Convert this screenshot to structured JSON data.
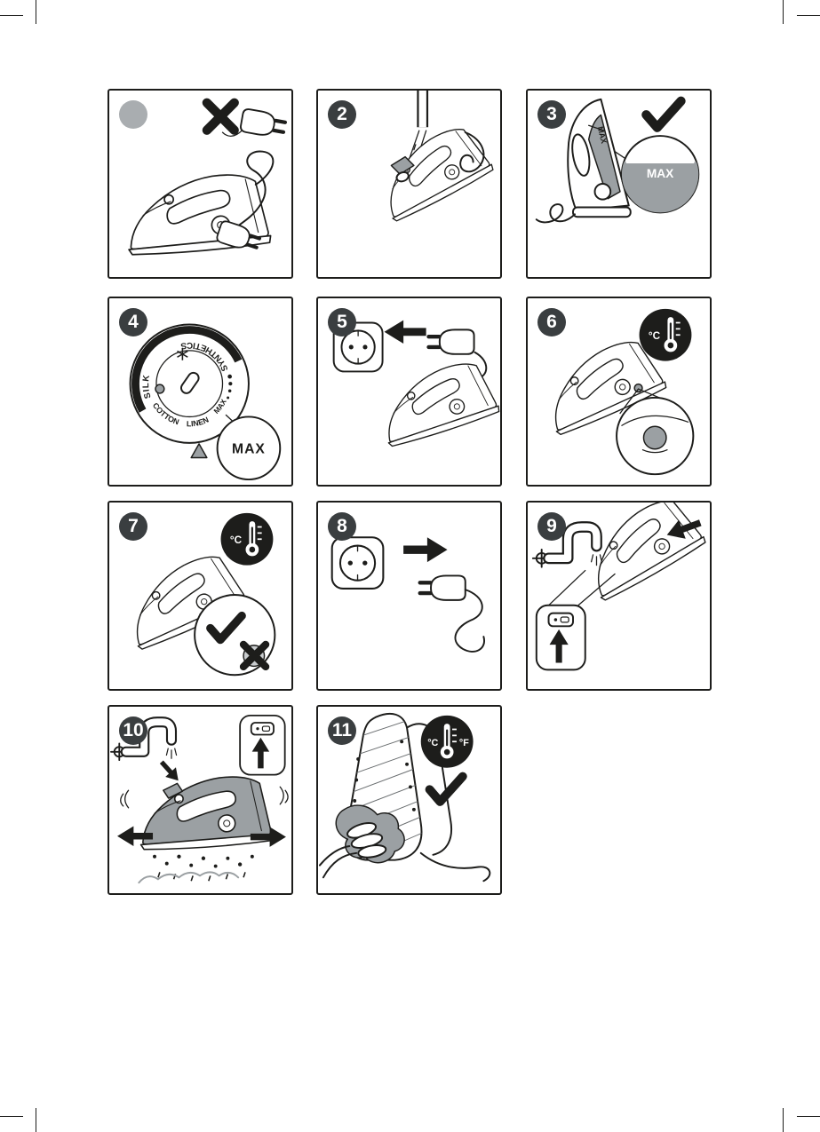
{
  "page": {
    "background": "#ffffff",
    "ink": "#1d1d1b",
    "shade": "#9ba0a3",
    "badge_dark": "#3a3e40",
    "badge_light": "#a9adb0"
  },
  "labels": {
    "max": "MAX",
    "celsius": "°C",
    "fahrenheit": "°F",
    "dial": {
      "silk": "SILK",
      "synthetics": "SYNTHETICS",
      "cotton": "COTTON",
      "linen": "LINEN",
      "max": "MAX"
    }
  },
  "steps": [
    {
      "number": "",
      "icons": [
        "steam-iron",
        "power-plug",
        "cross"
      ]
    },
    {
      "number": "2",
      "icons": [
        "steam-iron",
        "water-tap",
        "fill-cap-open"
      ]
    },
    {
      "number": "3",
      "icons": [
        "upright-iron",
        "water-level-callout",
        "check"
      ]
    },
    {
      "number": "4",
      "icons": [
        "temperature-dial",
        "snowflake",
        "max-callout",
        "pointer-triangle"
      ]
    },
    {
      "number": "5",
      "icons": [
        "wall-socket",
        "arrow-left",
        "power-plug",
        "steam-iron"
      ]
    },
    {
      "number": "6",
      "icons": [
        "thermometer-badge",
        "steam-iron",
        "pilot-light-callout"
      ]
    },
    {
      "number": "7",
      "icons": [
        "thermometer-badge",
        "steam-iron",
        "check",
        "cross"
      ]
    },
    {
      "number": "8",
      "icons": [
        "wall-socket",
        "arrow-right",
        "power-plug"
      ]
    },
    {
      "number": "9",
      "icons": [
        "water-tap",
        "steam-iron",
        "arrow",
        "steam-button-callout"
      ]
    },
    {
      "number": "10",
      "icons": [
        "water-tap",
        "steam-iron",
        "shake-arrows",
        "steam-drips",
        "steam-button-callout"
      ]
    },
    {
      "number": "11",
      "icons": [
        "thermometer-badge",
        "check",
        "iron-soleplate",
        "hand-with-cloth"
      ]
    }
  ]
}
